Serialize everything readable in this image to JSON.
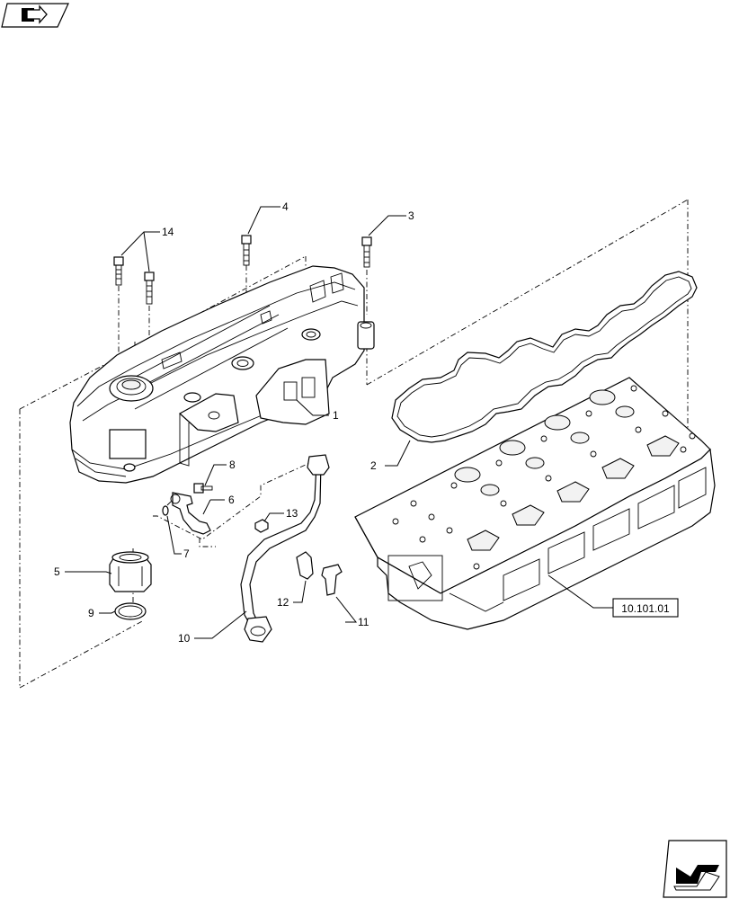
{
  "nav": {
    "back_icon": "back-arrow-icon",
    "next_icon": "next-arrow-icon"
  },
  "reference_box": {
    "label": "10.101.01"
  },
  "callouts": [
    {
      "id": "14",
      "label": "14"
    },
    {
      "id": "4",
      "label": "4"
    },
    {
      "id": "3",
      "label": "3"
    },
    {
      "id": "1",
      "label": "1"
    },
    {
      "id": "2",
      "label": "2"
    },
    {
      "id": "8",
      "label": "8"
    },
    {
      "id": "6",
      "label": "6"
    },
    {
      "id": "7",
      "label": "7"
    },
    {
      "id": "13",
      "label": "13"
    },
    {
      "id": "5",
      "label": "5"
    },
    {
      "id": "9",
      "label": "9"
    },
    {
      "id": "12",
      "label": "12"
    },
    {
      "id": "11",
      "label": "11"
    },
    {
      "id": "10",
      "label": "10"
    }
  ],
  "colors": {
    "line": "#000000",
    "background": "#ffffff"
  }
}
